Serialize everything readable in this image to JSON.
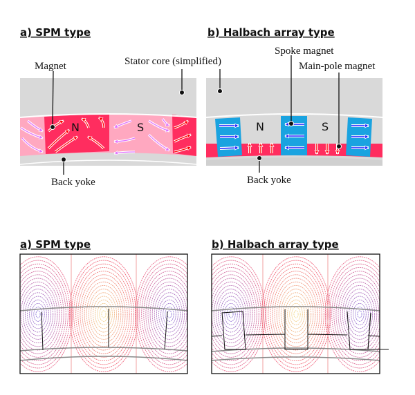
{
  "top": {
    "spm_title": "a) SPM type",
    "halbach_title": "b) Halbach array type",
    "labels": {
      "magnet": "Magnet",
      "stator_core": "Stator core (simplified)",
      "back_yoke_a": "Back yoke",
      "spoke_magnet": "Spoke magnet",
      "main_pole_magnet": "Main-pole magnet",
      "back_yoke_b": "Back yoke"
    },
    "poles": {
      "north": "N",
      "south": "S"
    }
  },
  "bottom": {
    "spm_title": "a) SPM type",
    "halbach_title": "b) Halbach array type"
  },
  "colors": {
    "stator": "#d9d9d9",
    "magnet_red": "#ff2d5f",
    "magnet_pink": "#ffa8c0",
    "spoke_blue": "#1aa3e0",
    "arrow_blue": "#1a1aff",
    "arrow_red": "#ff1a1a"
  }
}
